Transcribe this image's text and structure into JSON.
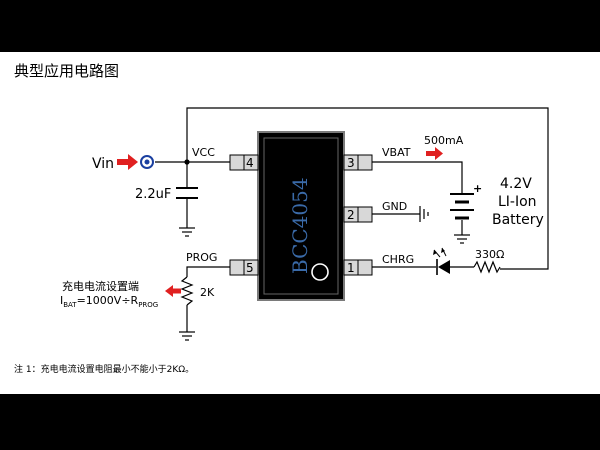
{
  "title": "典型应用电路图",
  "chip": {
    "name": "BCC4054",
    "pins": [
      {
        "number": "4",
        "name": "VCC"
      },
      {
        "number": "5",
        "name": "PROG"
      },
      {
        "number": "3",
        "name": "VBAT"
      },
      {
        "number": "2",
        "name": "GND"
      },
      {
        "number": "1",
        "name": "CHRG"
      }
    ]
  },
  "labels": {
    "vin": "Vin",
    "capacitor": "2.2uF",
    "current_out": "500mA",
    "battery_line1": "4.2V",
    "battery_line2": "LI-Ion",
    "battery_line3": "Battery",
    "led_resistor": "330Ω",
    "prog_resistor": "2K",
    "prog_caption": "充电电流设置端",
    "formula_i": "I",
    "formula_i_sub": "BAT",
    "formula_mid": "=1000V÷R",
    "formula_r_sub": "PROG",
    "battery_plus": "+"
  },
  "note": "注  1：充电电流设置电阻最小不能小于2KΩ。",
  "colors": {
    "background": "#000000",
    "panel": "#ffffff",
    "chip_body": "#000000",
    "chip_frame": "#7a7a7a",
    "pin_fill": "#d8d8d8",
    "chip_text": "#3a6aa8",
    "arrow": "#e02020",
    "wire": "#000000",
    "vin_terminal": "#1a3fa0"
  }
}
